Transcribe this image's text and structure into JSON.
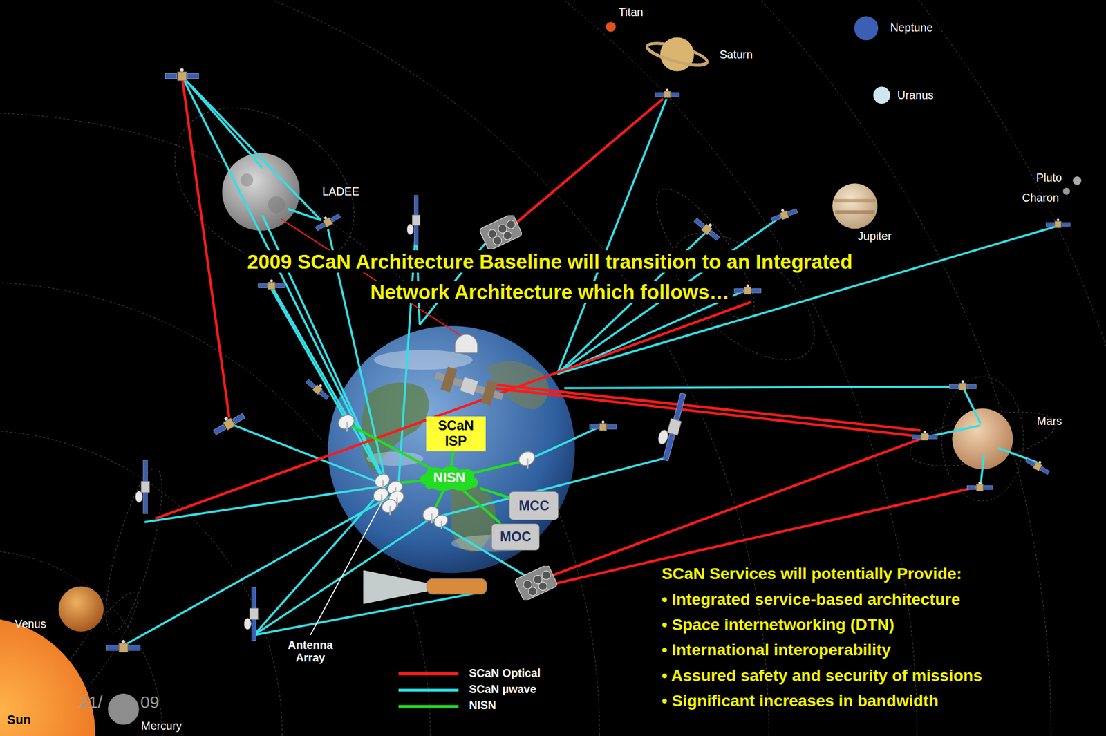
{
  "diagram": {
    "title": "2009 SCaN Architecture Baseline will transition to an Integrated Network Architecture which follows…",
    "nodes": [
      {
        "text": [
          "SCaN ISP"
        ]
      },
      {
        "text": [
          "NISN"
        ]
      },
      {
        "text": [
          "MCC"
        ]
      },
      {
        "text": [
          "MOC"
        ]
      }
    ],
    "edges": [
      {
        "from": 0,
        "to": 1,
        "arrow": "none"
      },
      {
        "from": 1,
        "to": 2,
        "arrow": "none"
      },
      {
        "from": 1,
        "to": 3,
        "arrow": "none"
      }
    ],
    "labels": [
      "Titan",
      "Neptune",
      "Saturn",
      "Uranus",
      "Pluto",
      "Charon",
      "LADEE",
      "Jupiter",
      "Mars",
      "Venus",
      "Sun",
      "21/",
      "09",
      "Mercury",
      "Antenna Array",
      "SCaN Services will potentially Provide:",
      "• Integrated service-based architecture",
      "• Space internetworking (DTN)",
      "• International interoperability",
      "• Assured safety and security of missions",
      "• Significant increases in bandwidth"
    ],
    "legend": [
      {
        "text": "SCaN Optical"
      },
      {
        "text": "SCaN µwave"
      },
      {
        "text": "NISN"
      }
    ]
  }
}
